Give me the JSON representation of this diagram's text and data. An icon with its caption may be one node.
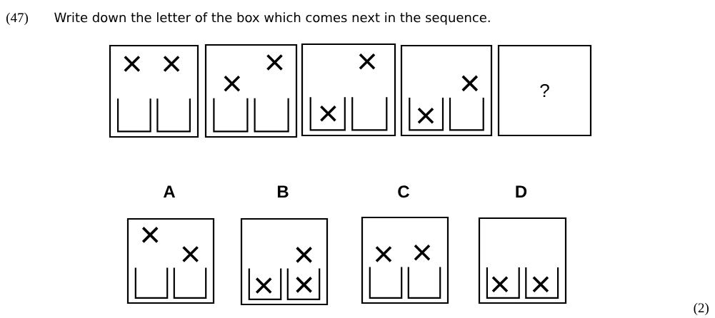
{
  "diagram": {
    "title": "Write down the letter of the box which comes next in the sequence.",
    "nodes": [
      {
        "text": [],
        "shape": "box"
      },
      {
        "text": [],
        "shape": "box"
      },
      {
        "text": [],
        "shape": "box"
      },
      {
        "text": [],
        "shape": "box"
      },
      {
        "text": [
          "?"
        ]
      },
      {
        "text": [
          "A"
        ]
      },
      {
        "text": [
          "B"
        ]
      },
      {
        "text": [
          "C"
        ]
      },
      {
        "text": [
          "D"
        ]
      }
    ],
    "labels": [
      "(47)",
      "(2)"
    ]
  }
}
